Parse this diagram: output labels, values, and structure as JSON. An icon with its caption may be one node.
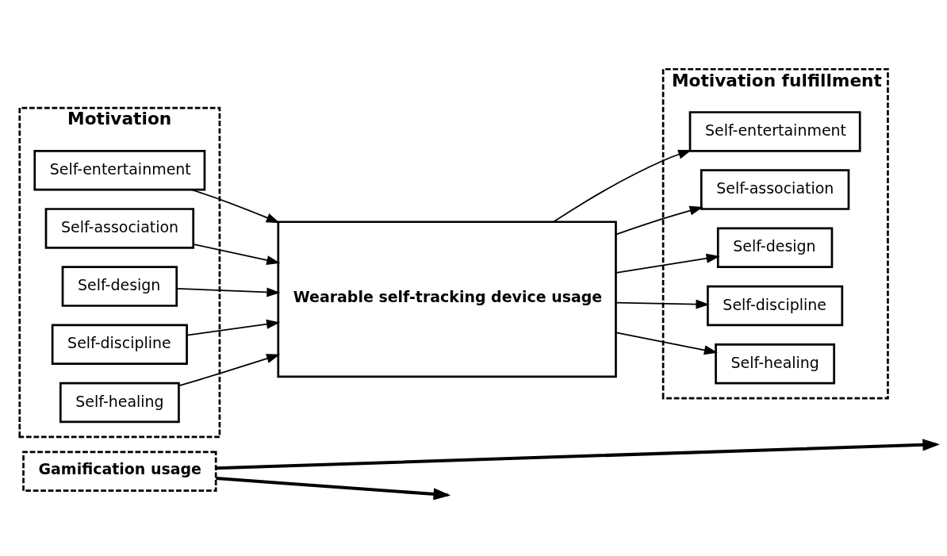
{
  "diagram": {
    "nodes": [
      {
        "text": [
          "Gamification usage"
        ]
      },
      {
        "text": [
          "Motivation"
        ]
      },
      {
        "text": [
          "Self-entertainment"
        ],
        "in": 1
      },
      {
        "text": [
          "Self-association"
        ],
        "in": 1
      },
      {
        "text": [
          "Self-design"
        ],
        "in": 1
      },
      {
        "text": [
          "Self-discipline"
        ],
        "in": 1
      },
      {
        "text": [
          "Self-healing"
        ],
        "in": 1
      },
      {
        "text": [
          "Wearable self-tracking device usage"
        ]
      },
      {
        "text": [
          "Motivation fulfillment"
        ]
      },
      {
        "text": [
          "Self-entertainment"
        ],
        "in": 8
      },
      {
        "text": [
          "Self-association"
        ],
        "in": 8
      },
      {
        "text": [
          "Self-design"
        ],
        "in": 8
      },
      {
        "text": [
          "Self-discipline"
        ],
        "in": 8
      },
      {
        "text": [
          "Self-healing"
        ],
        "in": 8
      }
    ],
    "edges": [
      {
        "from": 2,
        "to": 7,
        "arrow": "to"
      },
      {
        "from": 3,
        "to": 7,
        "arrow": "to"
      },
      {
        "from": 4,
        "to": 7,
        "arrow": "to"
      },
      {
        "from": 5,
        "to": 7,
        "arrow": "to"
      },
      {
        "from": 6,
        "to": 7,
        "arrow": "to"
      },
      {
        "from": 7,
        "to": 9,
        "arrow": "to"
      },
      {
        "from": 7,
        "to": 10,
        "arrow": "to"
      },
      {
        "from": 7,
        "to": 11,
        "arrow": "to"
      },
      {
        "from": 7,
        "to": 12,
        "arrow": "to"
      },
      {
        "from": 7,
        "to": 13,
        "arrow": "to"
      },
      {
        "from": 0,
        "to": null,
        "arrow": "to",
        "style": "thick"
      },
      {
        "from": 0,
        "to": null,
        "arrow": "to",
        "style": "thick"
      }
    ]
  }
}
